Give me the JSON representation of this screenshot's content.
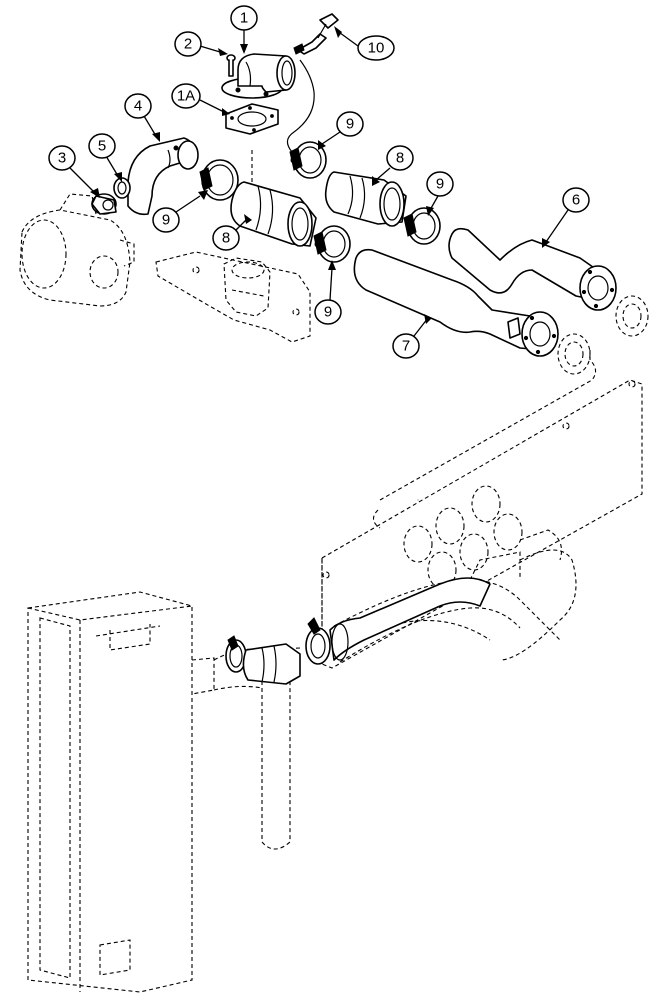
{
  "callouts": {
    "c1": "1",
    "c1a": "1A",
    "c2": "2",
    "c3": "3",
    "c4": "4",
    "c5": "5",
    "c6": "6",
    "c7": "7",
    "c8a": "8",
    "c8b": "8",
    "c9a": "9",
    "c9b": "9",
    "c9c": "9",
    "c9d": "9",
    "c10": "10"
  }
}
